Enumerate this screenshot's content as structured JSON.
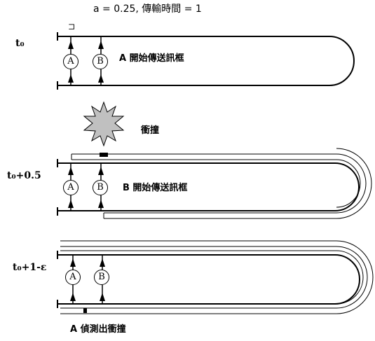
{
  "header": {
    "text": "a = 0.25, 傳輸時間 = 1"
  },
  "panels": [
    {
      "time_label": "t₀",
      "stations": [
        "A",
        "B"
      ],
      "caption": "A 開始傳送訊框"
    },
    {
      "time_label": "t₀+0.5",
      "stations": [
        "A",
        "B"
      ],
      "caption": "B 開始傳送訊框",
      "collision_label": "衝撞"
    },
    {
      "time_label": "t₀+1-ε",
      "stations": [
        "A",
        "B"
      ],
      "caption": "A 偵測出衝撞"
    }
  ],
  "frame_marker": "⊐",
  "colors": {
    "line": "#000000",
    "burst_fill": "#c0c0c0"
  }
}
